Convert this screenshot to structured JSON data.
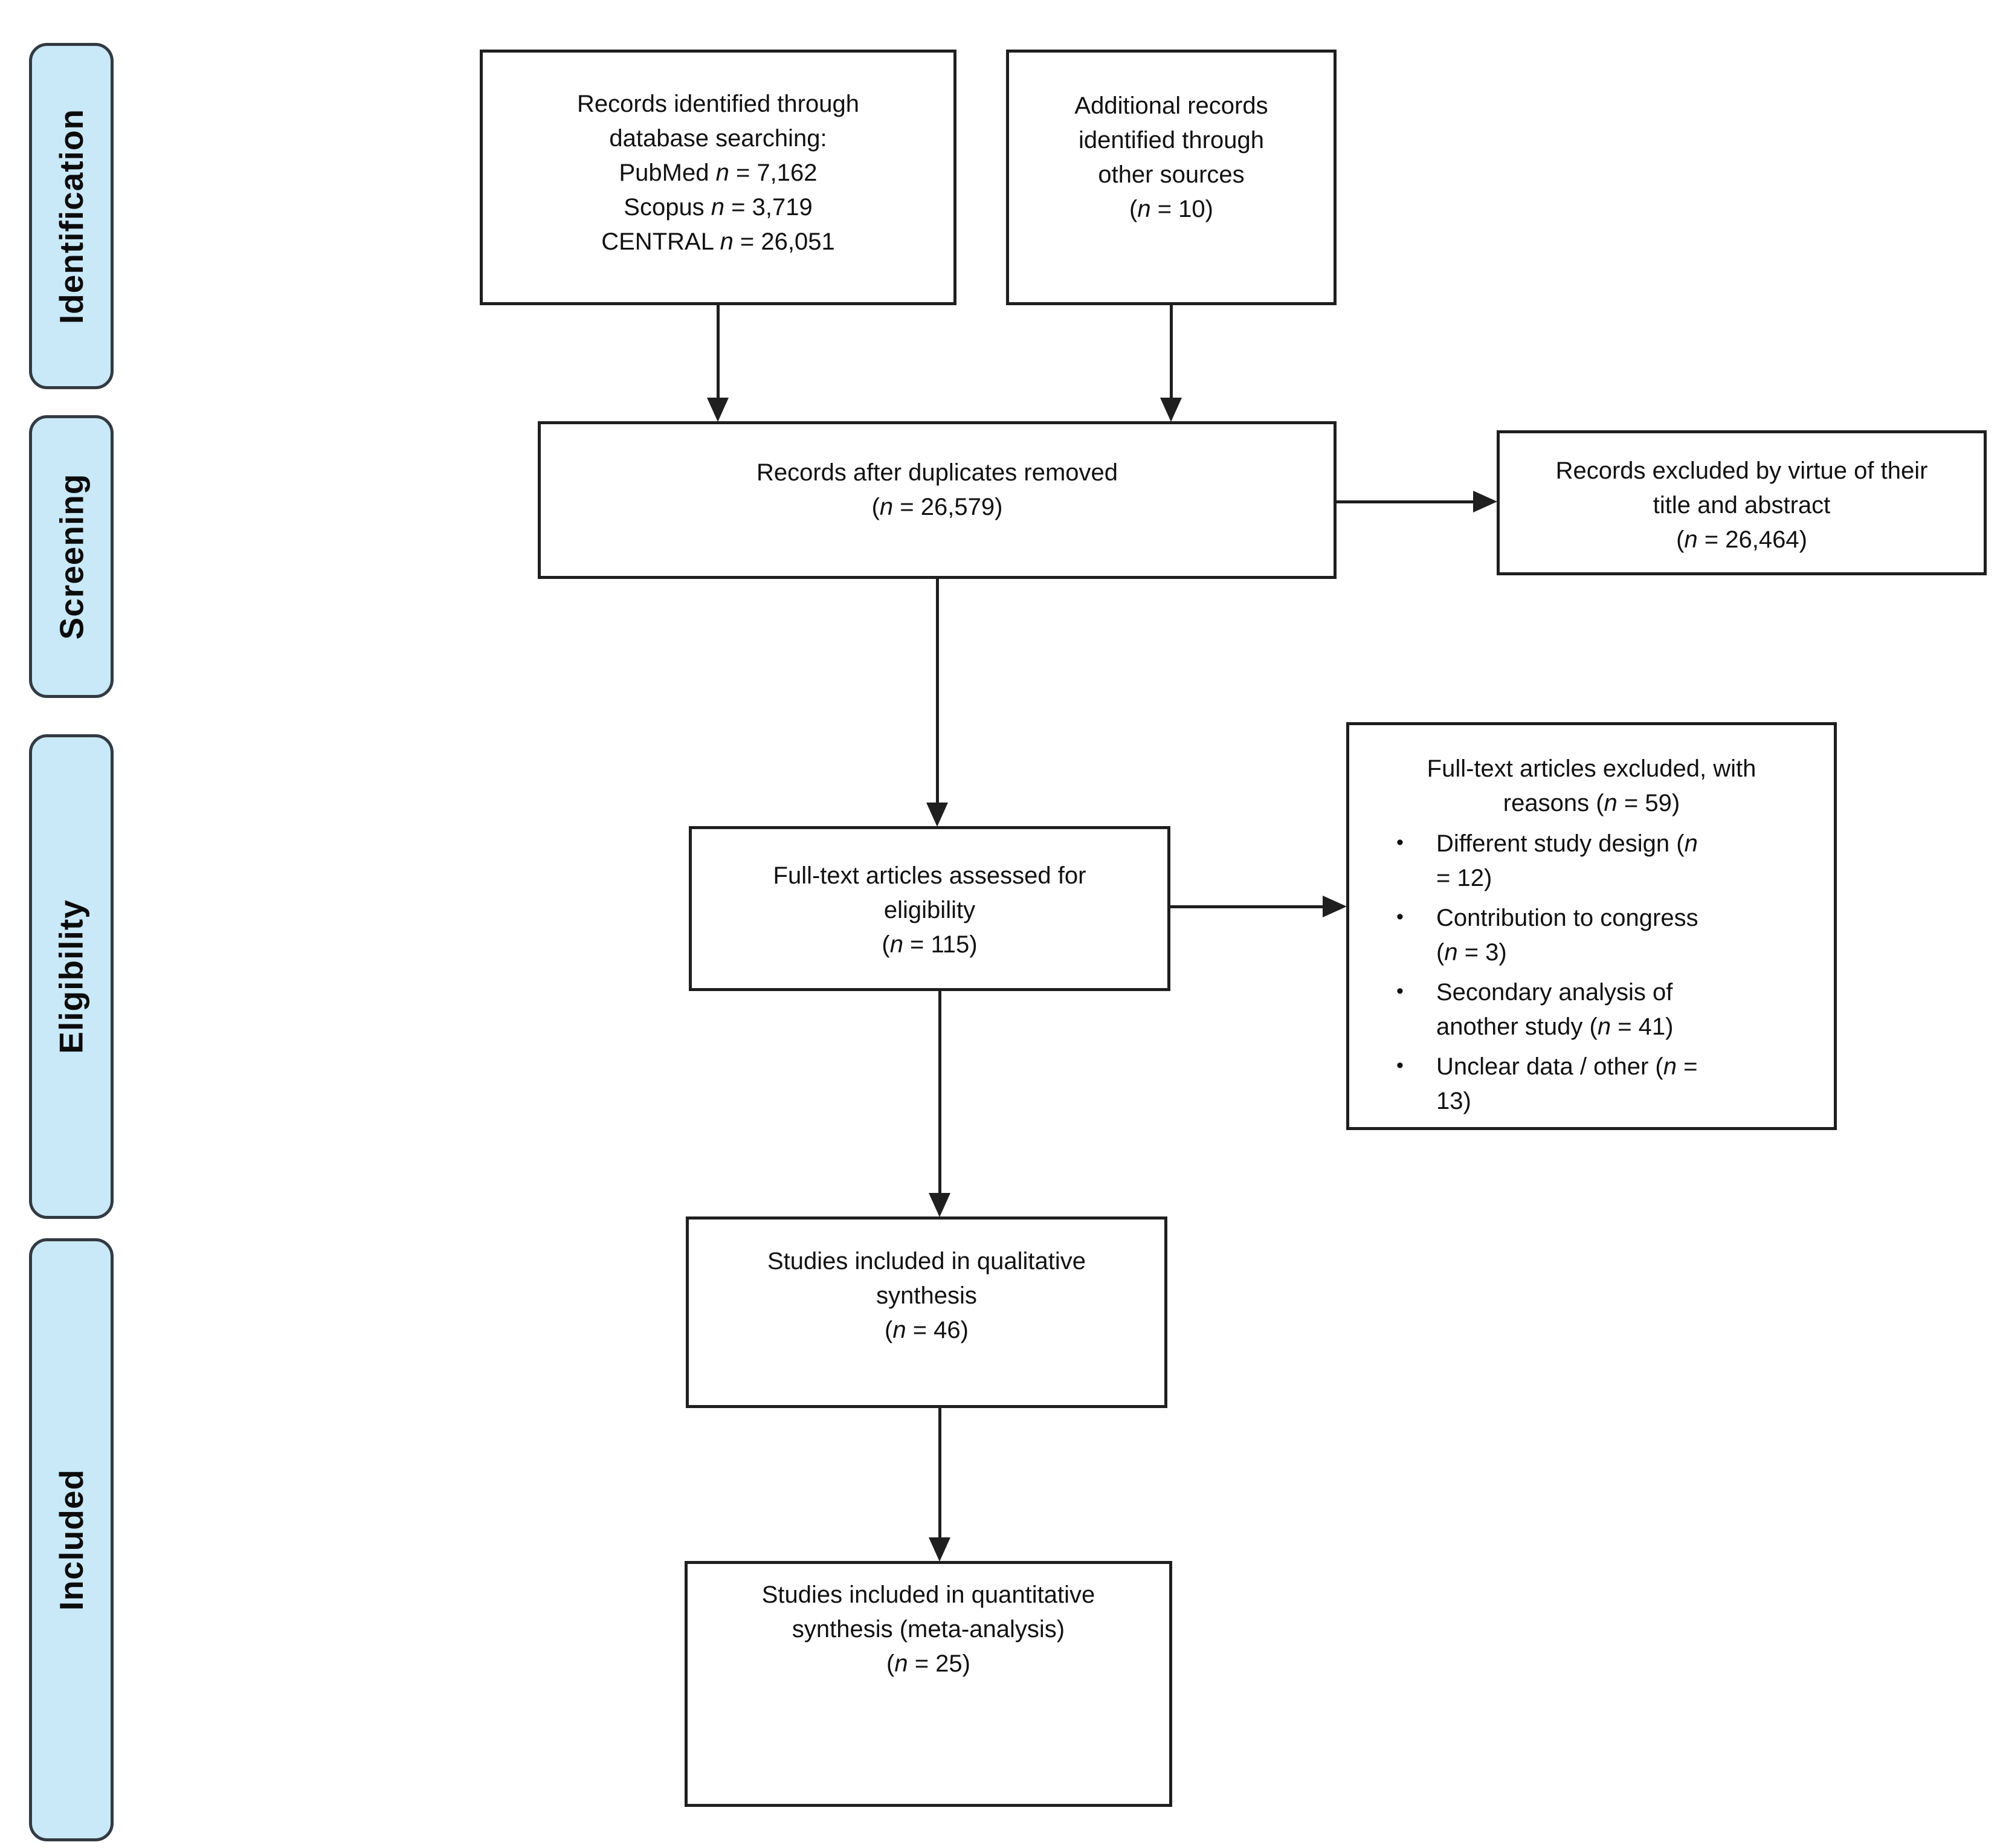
{
  "colors": {
    "stage_fill": "#c9e8f8",
    "stage_border": "#333a42",
    "box_border": "#1f1f1f",
    "arrow": "#1f1f1f",
    "text": "#111111"
  },
  "glyphs": {
    "bullet": "•"
  },
  "sidebar": {
    "items": [
      {
        "label": "Identification"
      },
      {
        "label": "Screening"
      },
      {
        "label": "Eligibility"
      },
      {
        "label": "Included"
      }
    ]
  },
  "boxes": {
    "identified": {
      "lines": [
        {
          "pre": "Records identified through"
        },
        {
          "pre": "database searching:"
        },
        {
          "pre": "PubMed ",
          "it": "n",
          "post": " = 7,162"
        },
        {
          "pre": "Scopus ",
          "it": "n",
          "post": " = 3,719"
        },
        {
          "pre": "CENTRAL ",
          "it": "n",
          "post": " = 26,051"
        }
      ]
    },
    "additional": {
      "lines": [
        {
          "pre": "Additional records"
        },
        {
          "pre": "identified through"
        },
        {
          "pre": "other sources"
        },
        {
          "pre": "(",
          "it": "n",
          "post": " = 10)"
        }
      ]
    },
    "dedup": {
      "lines": [
        {
          "pre": "Records after duplicates removed"
        },
        {
          "pre": "(",
          "it": "n",
          "post": " = 26,579)"
        }
      ]
    },
    "title_abstract_excluded": {
      "lines": [
        {
          "pre": "Records excluded by virtue of their"
        },
        {
          "pre": "title and abstract"
        },
        {
          "pre": "(",
          "it": "n",
          "post": " = 26,464)"
        }
      ]
    },
    "fulltext_assessed": {
      "lines": [
        {
          "pre": "Full-text articles assessed for"
        },
        {
          "pre": "eligibility"
        },
        {
          "pre": "(",
          "it": "n",
          "post": " = 115)"
        }
      ]
    },
    "fulltext_excluded": {
      "title_lines": [
        {
          "pre": "Full-text articles excluded, with"
        },
        {
          "pre": "reasons (",
          "it": "n",
          "post": " = 59)"
        }
      ],
      "bullets": [
        {
          "lines": [
            {
              "pre": "Different study design (",
              "it": "n"
            },
            {
              "pre": "= 12)"
            }
          ]
        },
        {
          "lines": [
            {
              "pre": "Contribution to congress"
            },
            {
              "pre": "(",
              "it": "n",
              "post": " = 3)"
            }
          ]
        },
        {
          "lines": [
            {
              "pre": "Secondary analysis of"
            },
            {
              "pre": "another study (",
              "it": "n",
              "post": " = 41)"
            }
          ]
        },
        {
          "lines": [
            {
              "pre": "Unclear data / other (",
              "it": "n",
              "post": " ="
            },
            {
              "pre": "13)"
            }
          ]
        }
      ]
    },
    "qualitative": {
      "lines": [
        {
          "pre": "Studies included in qualitative"
        },
        {
          "pre": "synthesis"
        },
        {
          "pre": "(",
          "it": "n",
          "post": " = 46)"
        }
      ]
    },
    "quantitative": {
      "lines": [
        {
          "pre": "Studies included in quantitative"
        },
        {
          "pre": "synthesis (meta-analysis)"
        },
        {
          "pre": "(",
          "it": "n",
          "post": " = 25)"
        }
      ]
    }
  }
}
